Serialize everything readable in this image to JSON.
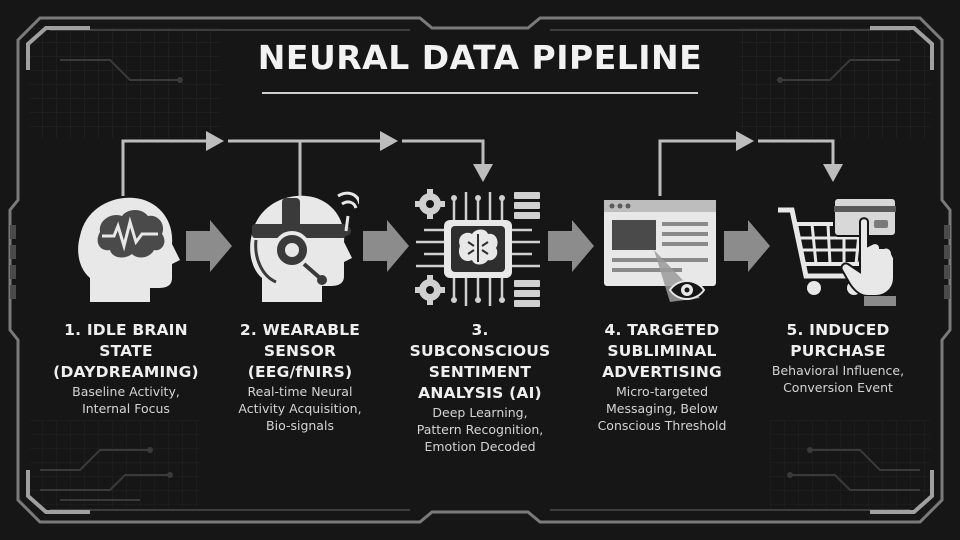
{
  "title": "NEURAL DATA PIPELINE",
  "steps": [
    {
      "title": "1. IDLE BRAIN STATE (DAYDREAMING)",
      "desc": "Baseline Activity, Internal Focus",
      "icon": "brain-head-icon"
    },
    {
      "title": "2. WEARABLE SENSOR (EEG/fNIRS)",
      "desc": "Real-time Neural Activity Acquisition, Bio-signals",
      "icon": "headset-sensor-icon"
    },
    {
      "title": "3. SUBCONSCIOUS SENTIMENT ANALYSIS (AI)",
      "desc": "Deep Learning, Pattern Recognition, Emotion Decoded",
      "icon": "ai-chip-brain-icon"
    },
    {
      "title": "4. TARGETED SUBLIMINAL ADVERTISING",
      "desc": "Micro-targeted Messaging, Below Conscious Threshold",
      "icon": "browser-eye-icon"
    },
    {
      "title": "5. INDUCED PURCHASE",
      "desc": "Behavioral Influence, Conversion Event",
      "icon": "cart-card-hand-icon"
    }
  ],
  "colors": {
    "background": "#161616",
    "foreground": "#e6e6e6",
    "arrow": "#8c8c8c"
  }
}
